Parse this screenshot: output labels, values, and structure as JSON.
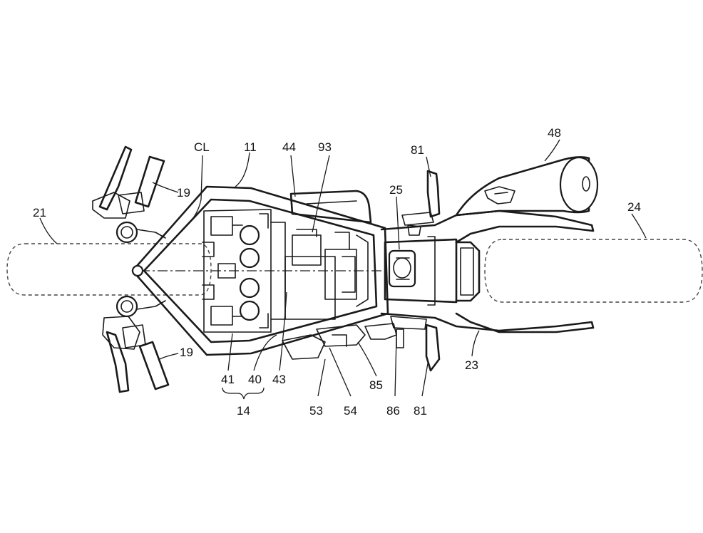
{
  "labels": {
    "cl": "CL",
    "l11": "11",
    "l44": "44",
    "l93": "93",
    "l81_top": "81",
    "l48": "48",
    "l19_top": "19",
    "l21": "21",
    "l25": "25",
    "l24": "24",
    "l19_bottom": "19",
    "l23": "23",
    "l41": "41",
    "l40": "40",
    "l43": "43",
    "l14": "14",
    "l85": "85",
    "l53": "53",
    "l54": "54",
    "l86": "86",
    "l81_bottom": "81"
  }
}
